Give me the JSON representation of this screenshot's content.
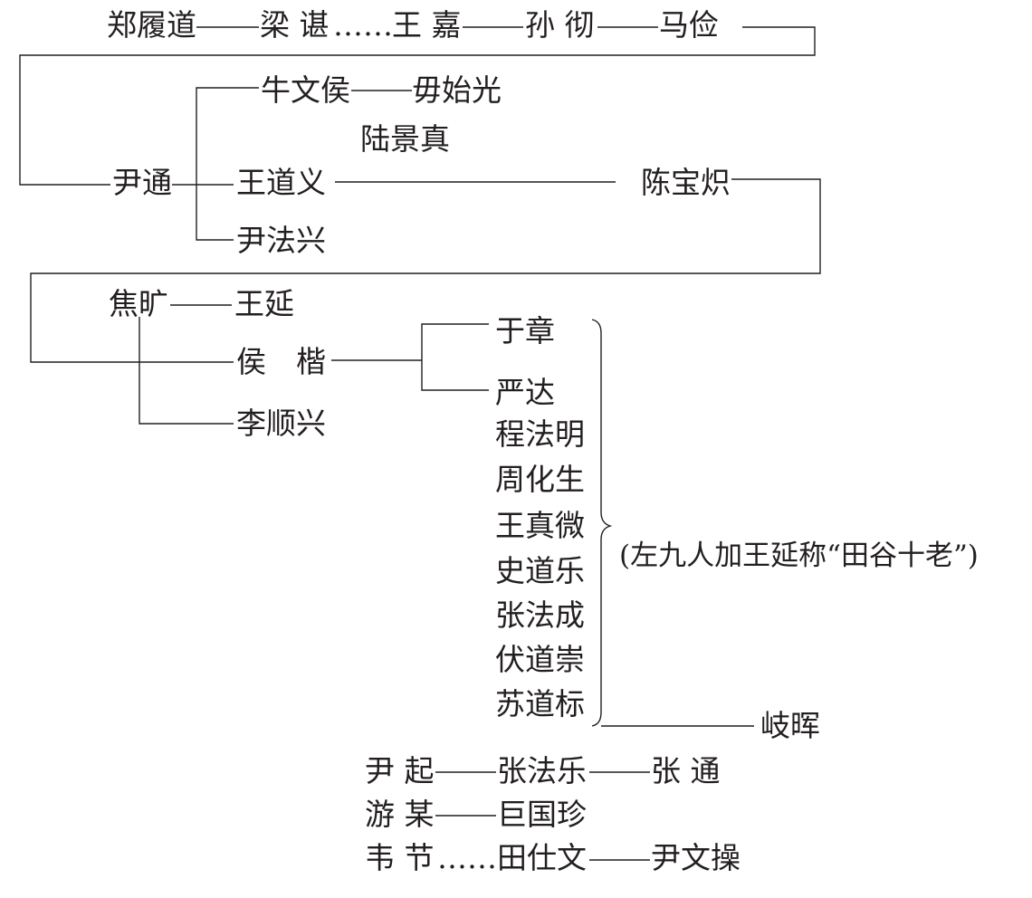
{
  "row1": {
    "n1": "郑履道",
    "n2": "梁 谌",
    "n3": "王 嘉",
    "n4": "孙 彻",
    "n5": "马俭",
    "ellipsis": "……"
  },
  "group2": {
    "yin_tong": "尹通",
    "niu_wenhou": "牛文侯",
    "wu_shiguang": "毋始光",
    "lu_jingzhen": "陆景真",
    "wang_daoyi": "王道义",
    "chen_baochi": "陈宝炽",
    "yin_faxing": "尹法兴"
  },
  "group3": {
    "jiao_kuang": "焦旷",
    "wang_yan": "王延",
    "hou_kai": "侯　楷",
    "li_shunxing": "李顺兴",
    "yu_zhang": "于章",
    "yan_da": "严达",
    "list": [
      "程法明",
      "周化生",
      "王真微",
      "史道乐",
      "张法成",
      "伏道崇",
      "苏道标"
    ],
    "note": "(左九人加王延称“田谷十老”)",
    "qi_hui": "岐晖"
  },
  "bottom": {
    "r1a": "尹 起",
    "r1b": "张法乐",
    "r1c": "张 通",
    "r2a": "游 某",
    "r2b": "巨国珍",
    "r3a": "韦 节",
    "r3b": "田仕文",
    "r3c": "尹文操",
    "ellipsis": "……"
  },
  "line_color": "#231f20"
}
